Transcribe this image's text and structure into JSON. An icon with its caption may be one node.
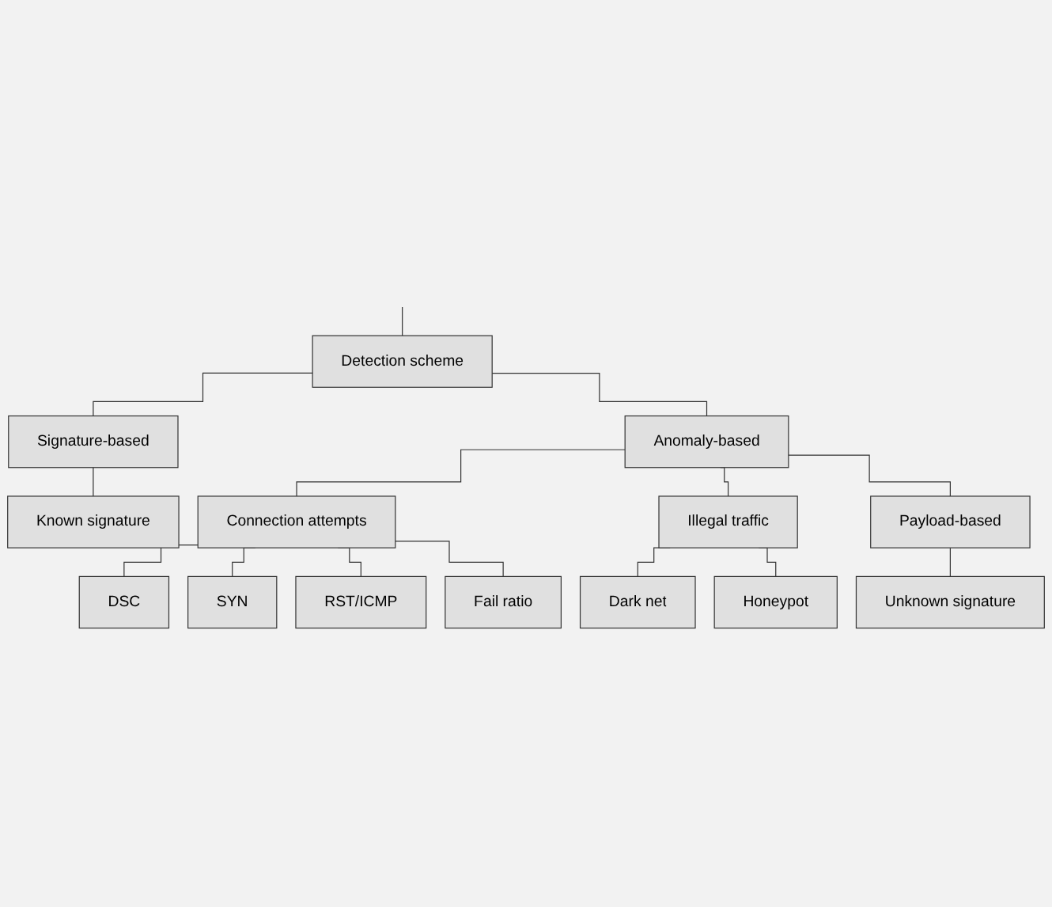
{
  "diagram": {
    "nodes": [
      {
        "text": [
          "Detection scheme"
        ]
      },
      {
        "text": [
          "Signature-based"
        ]
      },
      {
        "text": [
          "Anomaly-based"
        ]
      },
      {
        "text": [
          "Known signature"
        ]
      },
      {
        "text": [
          "Connection attempts"
        ]
      },
      {
        "text": [
          "Illegal traffic"
        ]
      },
      {
        "text": [
          "Payload-based"
        ]
      },
      {
        "text": [
          "DSC"
        ]
      },
      {
        "text": [
          "SYN"
        ]
      },
      {
        "text": [
          "RST/ICMP"
        ]
      },
      {
        "text": [
          "Fail ratio"
        ]
      },
      {
        "text": [
          "Dark net"
        ]
      },
      {
        "text": [
          "Honeypot"
        ]
      },
      {
        "text": [
          "Unknown signature"
        ]
      }
    ],
    "edges": [
      {
        "from": null,
        "to": 0,
        "arrow": "none"
      },
      {
        "from": 0,
        "to": 1,
        "arrow": "none"
      },
      {
        "from": 0,
        "to": 2,
        "arrow": "none"
      },
      {
        "from": 1,
        "to": 3,
        "arrow": "none"
      },
      {
        "from": 2,
        "to": 4,
        "arrow": "none"
      },
      {
        "from": 2,
        "to": 5,
        "arrow": "none"
      },
      {
        "from": 2,
        "to": 6,
        "arrow": "none"
      },
      {
        "from": 4,
        "to": 7,
        "arrow": "none"
      },
      {
        "from": 4,
        "to": 8,
        "arrow": "none"
      },
      {
        "from": 4,
        "to": 9,
        "arrow": "none"
      },
      {
        "from": 4,
        "to": 10,
        "arrow": "none"
      },
      {
        "from": 5,
        "to": 11,
        "arrow": "none"
      },
      {
        "from": 5,
        "to": 12,
        "arrow": "none"
      },
      {
        "from": 6,
        "to": 13,
        "arrow": "none"
      }
    ]
  }
}
